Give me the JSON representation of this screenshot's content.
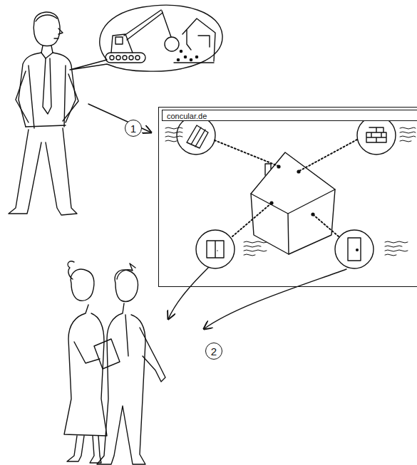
{
  "diagram": {
    "nodes": [
      {
        "text": [
          "concular.de"
        ]
      }
    ],
    "labels": [
      "1",
      "2"
    ]
  }
}
